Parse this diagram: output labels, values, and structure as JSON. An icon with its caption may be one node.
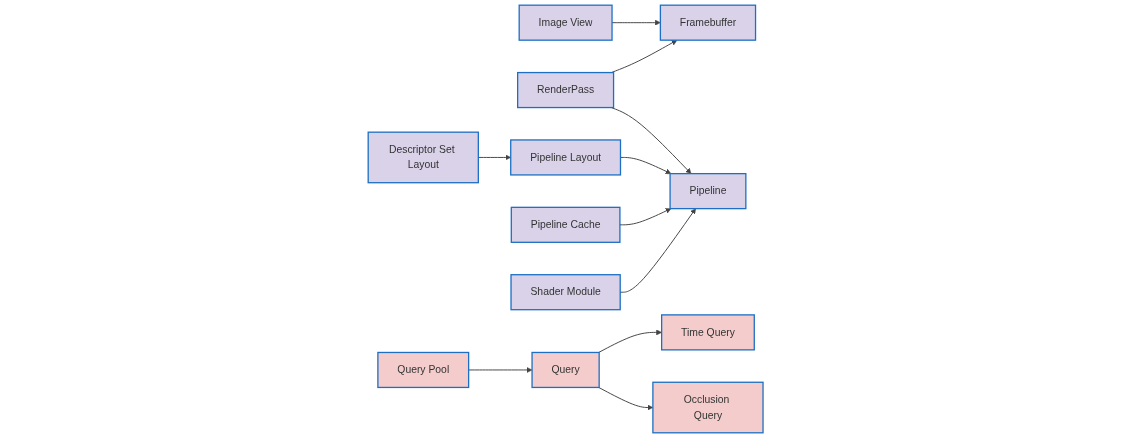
{
  "diagram": {
    "nodes": [
      {
        "text": [
          "Image View"
        ]
      },
      {
        "text": [
          "Framebuffer"
        ]
      },
      {
        "text": [
          "RenderPass"
        ]
      },
      {
        "text": [
          "Descriptor Set Layout"
        ]
      },
      {
        "text": [
          "Pipeline Layout"
        ]
      },
      {
        "text": [
          "Pipeline"
        ]
      },
      {
        "text": [
          "Pipeline Cache"
        ]
      },
      {
        "text": [
          "Shader Module"
        ]
      },
      {
        "text": [
          "Query Pool"
        ]
      },
      {
        "text": [
          "Query"
        ]
      },
      {
        "text": [
          "Time Query"
        ]
      },
      {
        "text": [
          "Occlusion Query"
        ]
      }
    ],
    "edges": [
      {
        "from": 0,
        "to": 1,
        "arrow": "to"
      },
      {
        "from": 2,
        "to": 1,
        "arrow": "to"
      },
      {
        "from": 2,
        "to": 5,
        "arrow": "to"
      },
      {
        "from": 3,
        "to": 4,
        "arrow": "to"
      },
      {
        "from": 4,
        "to": 5,
        "arrow": "to"
      },
      {
        "from": 6,
        "to": 5,
        "arrow": "to"
      },
      {
        "from": 7,
        "to": 5,
        "arrow": "to"
      },
      {
        "from": 8,
        "to": 9,
        "arrow": "to"
      },
      {
        "from": 9,
        "to": 10,
        "arrow": "to"
      },
      {
        "from": 9,
        "to": 11,
        "arrow": "to"
      }
    ]
  }
}
